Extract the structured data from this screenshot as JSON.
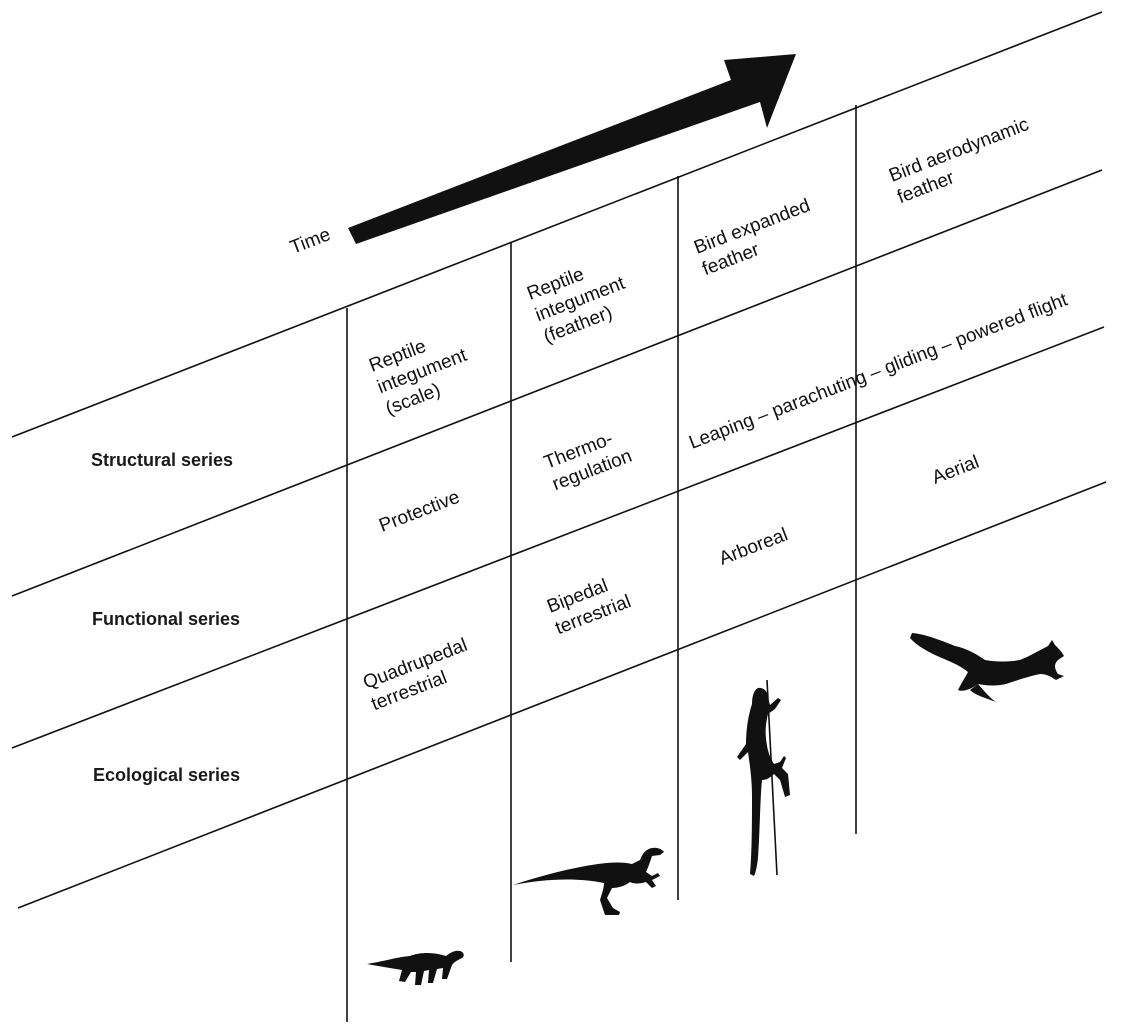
{
  "time_label": "Time",
  "row_labels": [
    "Structural series",
    "Functional series",
    "Ecological series"
  ],
  "structural": {
    "scale": [
      "Reptile",
      "integument",
      "(scale)"
    ],
    "feather": [
      "Reptile",
      "integument",
      "(feather)"
    ],
    "expanded": [
      "Bird expanded",
      "feather"
    ],
    "aerodynamic": [
      "Bird aerodynamic",
      "feather"
    ]
  },
  "functional": {
    "protective": "Protective",
    "thermo": [
      "Thermo-",
      "regulation"
    ],
    "flight": "Leaping – parachuting – gliding – powered flight"
  },
  "ecological": {
    "quadrupedal": [
      "Quadrupedal",
      "terrestrial"
    ],
    "bipedal": [
      "Bipedal",
      "terrestrial"
    ],
    "arboreal": "Arboreal",
    "aerial": "Aerial"
  },
  "icons": [
    "time-arrow-icon",
    "quadruped-dinosaur-icon",
    "bipedal-dinosaur-icon",
    "climbing-lizard-icon",
    "feathered-glider-icon"
  ]
}
